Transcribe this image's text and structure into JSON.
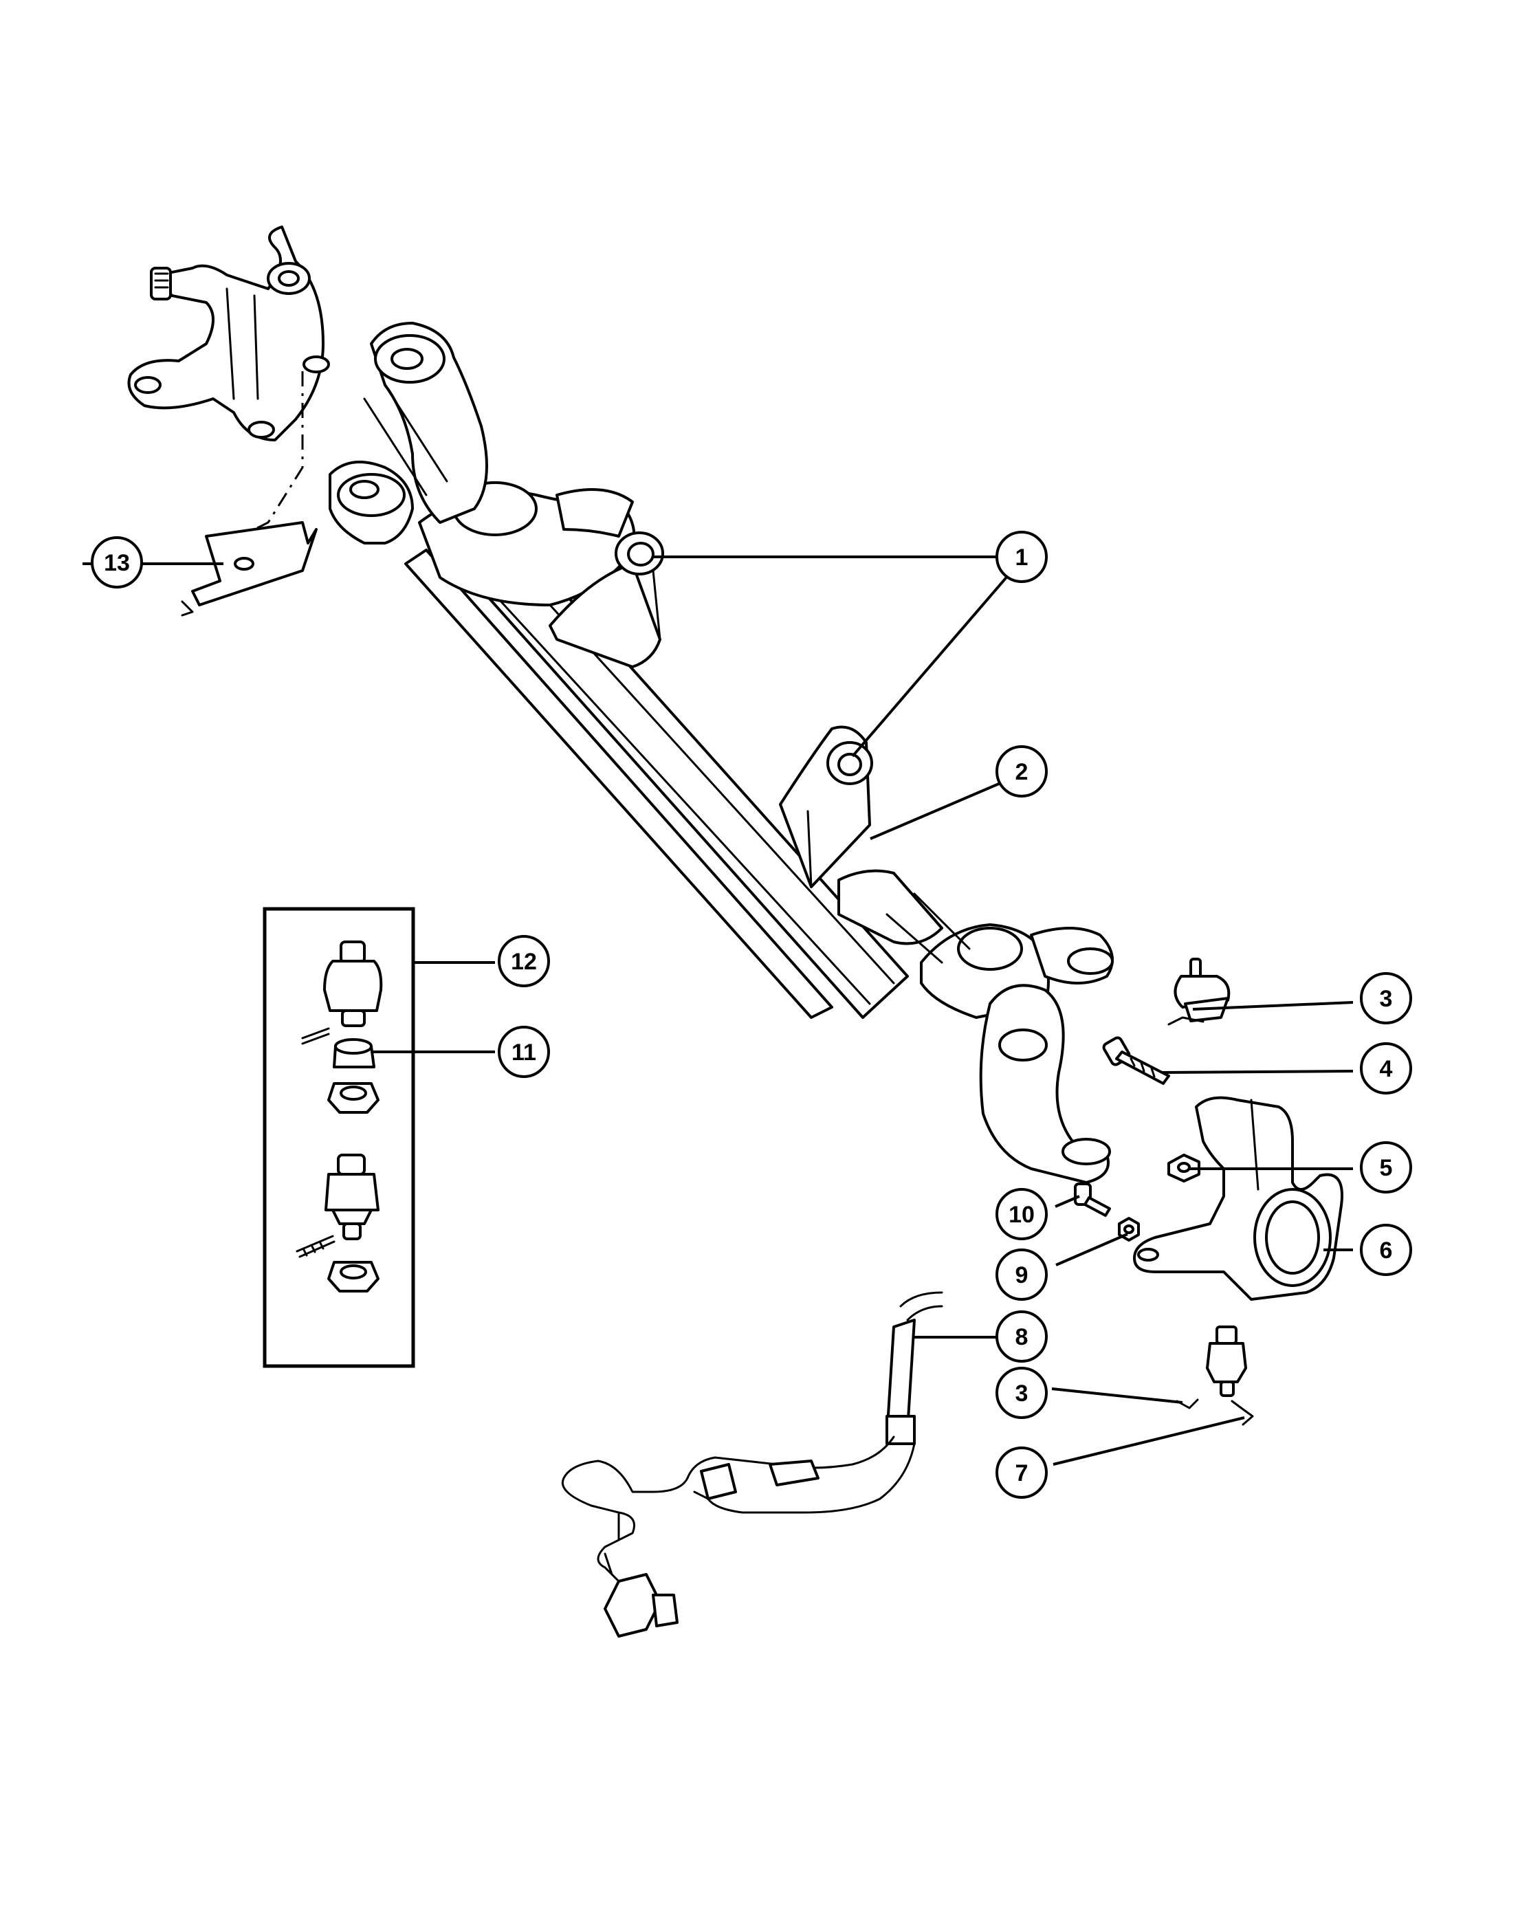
{
  "callouts": [
    {
      "id": "c1",
      "label": "1"
    },
    {
      "id": "c2",
      "label": "2"
    },
    {
      "id": "c3a",
      "label": "3"
    },
    {
      "id": "c4",
      "label": "4"
    },
    {
      "id": "c5",
      "label": "5"
    },
    {
      "id": "c6",
      "label": "6"
    },
    {
      "id": "c7",
      "label": "7"
    },
    {
      "id": "c8",
      "label": "8"
    },
    {
      "id": "c9",
      "label": "9"
    },
    {
      "id": "c10",
      "label": "10"
    },
    {
      "id": "c11",
      "label": "11"
    },
    {
      "id": "c12",
      "label": "12"
    },
    {
      "id": "c13",
      "label": "13"
    },
    {
      "id": "c3b",
      "label": "3"
    }
  ]
}
